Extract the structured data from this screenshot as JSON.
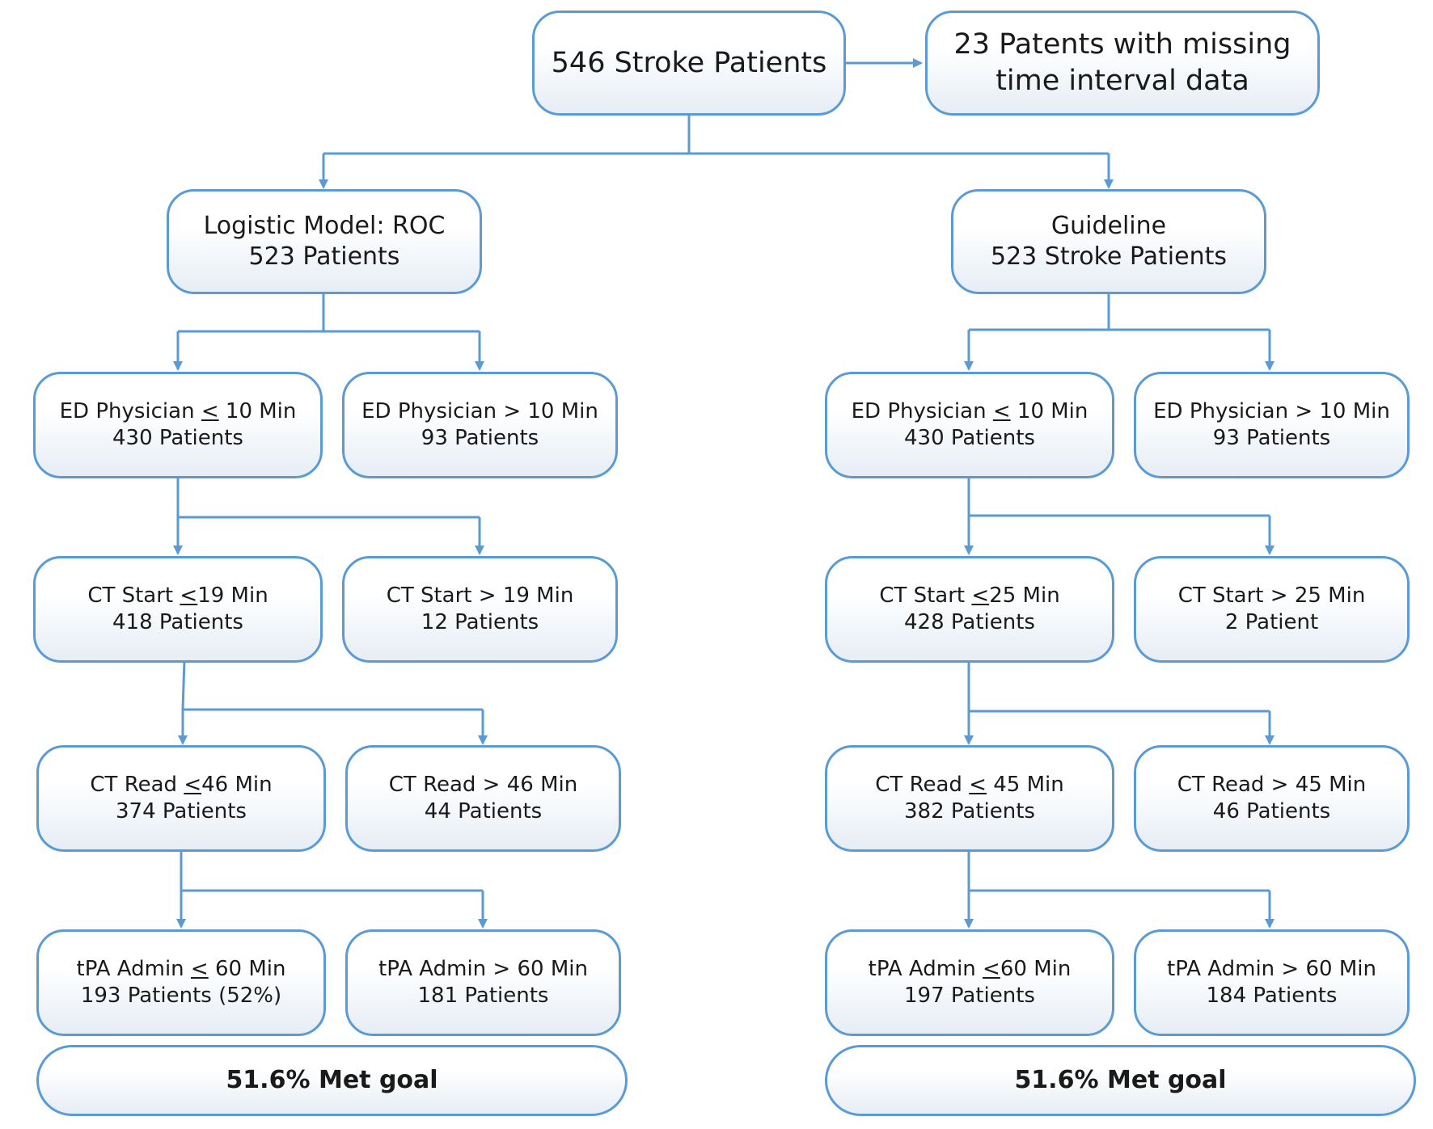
{
  "top": {
    "main": "546 Stroke Patients",
    "excluded_line1": "23 Patents with missing",
    "excluded_line2": "time interval data"
  },
  "left": {
    "header_line1": "Logistic Model: ROC",
    "header_line2": "523 Patients",
    "ed_le_pre": "ED Physician ",
    "ed_le_post": " 10 Min",
    "ed_le_count": "430 Patients",
    "ed_gt_line1": "ED Physician > 10 Min",
    "ed_gt_count": "93 Patients",
    "ct_start_le_pre": "CT Start ",
    "ct_start_le_post": "19 Min",
    "ct_start_le_count": "418 Patients",
    "ct_start_gt_line1": "CT Start > 19 Min",
    "ct_start_gt_count": "12 Patients",
    "ct_read_le_pre": "CT Read ",
    "ct_read_le_post": "46 Min",
    "ct_read_le_count": "374 Patients",
    "ct_read_gt_line1": "CT Read > 46 Min",
    "ct_read_gt_count": "44 Patients",
    "tpa_le_pre": "tPA Admin ",
    "tpa_le_post": " 60 Min",
    "tpa_le_count": "193 Patients (52%)",
    "tpa_gt_line1": "tPA Admin > 60 Min",
    "tpa_gt_count": "181 Patients",
    "goal": "51.6% Met goal"
  },
  "right": {
    "header_line1": "Guideline",
    "header_line2": "523 Stroke Patients",
    "ed_le_pre": "ED Physician ",
    "ed_le_post": " 10 Min",
    "ed_le_count": "430 Patients",
    "ed_gt_line1": "ED Physician > 10 Min",
    "ed_gt_count": "93 Patients",
    "ct_start_le_pre": "CT Start ",
    "ct_start_le_post": "25 Min",
    "ct_start_le_count": "428 Patients",
    "ct_start_gt_line1": "CT Start > 25 Min",
    "ct_start_gt_count": "2 Patient",
    "ct_read_le_pre": "CT Read ",
    "ct_read_le_post": " 45 Min",
    "ct_read_le_count": "382 Patients",
    "ct_read_gt_line1": "CT Read > 45 Min",
    "ct_read_gt_count": "46 Patients",
    "tpa_le_pre": "tPA Admin ",
    "tpa_le_post": "60 Min",
    "tpa_le_count": "197 Patients",
    "tpa_gt_line1": "tPA Admin > 60 Min",
    "tpa_gt_count": "184 Patients",
    "goal": "51.6% Met goal"
  },
  "symbols": {
    "le": "<"
  },
  "colors": {
    "line": "#5b9bd5",
    "border": "#5b9bd5",
    "box_fill_top": "#ffffff",
    "box_fill_bottom": "#e6edf5",
    "text": "#1a1a1a"
  }
}
